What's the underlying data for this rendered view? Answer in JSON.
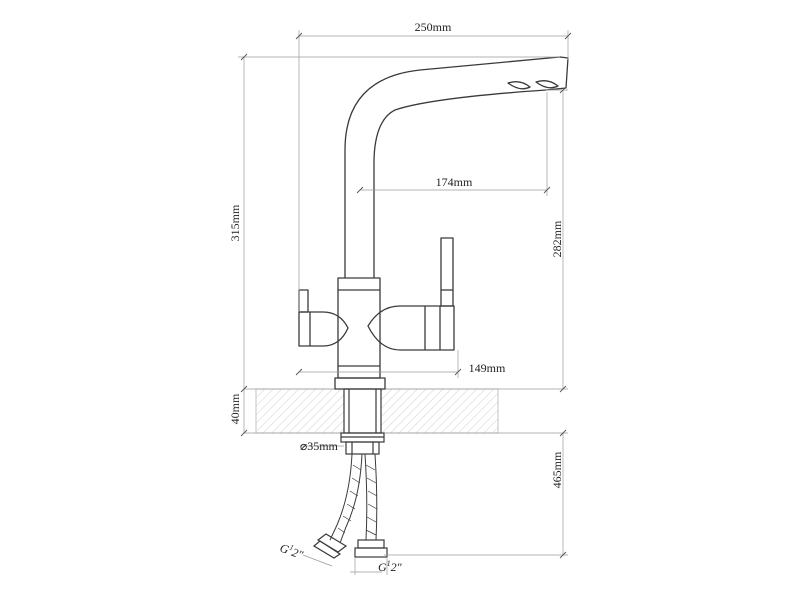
{
  "dimensions": {
    "total_width": "250mm",
    "spout_reach": "174mm",
    "side_reach": "149mm",
    "total_height": "315mm",
    "spout_height": "282mm",
    "counter_thickness": "40mm",
    "hole_diameter": "⌀35mm",
    "hose_length": "465mm"
  },
  "threads": {
    "left": {
      "g": "G",
      "sup": "1",
      "rest": "2″"
    },
    "right": {
      "g": "G",
      "sup": "1",
      "rest": "2″"
    }
  },
  "colors": {
    "line": "#3a3a3a",
    "dimension_line": "#9a9a9a",
    "counter_hatch": "#c8c8c8"
  }
}
